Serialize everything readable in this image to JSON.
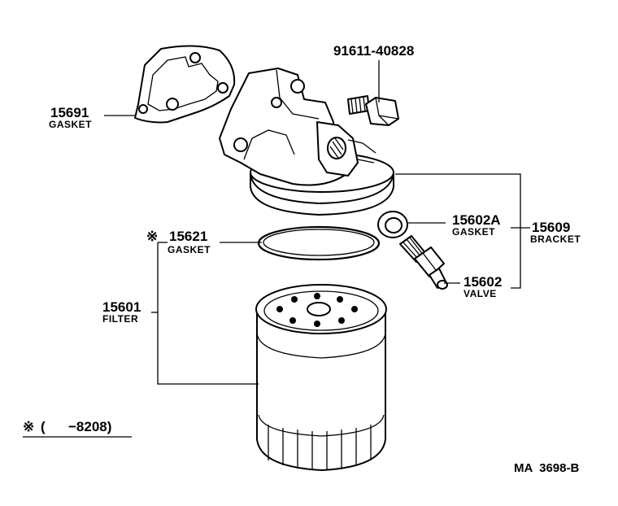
{
  "parts": {
    "bolt": {
      "number": "91611-40828"
    },
    "gasket_bracket": {
      "number": "15691",
      "name": "GASKET"
    },
    "gasket_valve": {
      "number": "15602A",
      "name": "GASKET"
    },
    "bracket": {
      "number": "15609",
      "name": "BRACKET"
    },
    "valve": {
      "number": "15602",
      "name": "VALVE"
    },
    "gasket_filter": {
      "mark": "※",
      "number": "15621",
      "name": "GASKET"
    },
    "filter": {
      "number": "15601",
      "name": "FILTER"
    }
  },
  "footnote": {
    "mark": "※",
    "text": "(      −8208)"
  },
  "figure_code": "MA  3698-B"
}
